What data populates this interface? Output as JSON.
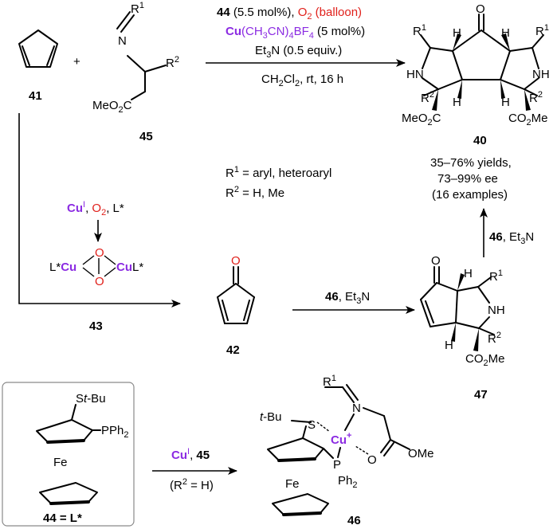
{
  "compounds": {
    "c41": "41",
    "c45": "45",
    "c40": "40",
    "c43": "43",
    "c42": "42",
    "c47": "47",
    "c44": "44",
    "c44_eq": " = L*",
    "c46": "46"
  },
  "conditions_top": {
    "l1_bold": "44",
    "l1_rest": " (5.5 mol%), ",
    "l1_o2": "O",
    "l1_o2sub": "2",
    "l1_balloon": " (balloon)",
    "l2_cu": "Cu",
    "l2_rest": "(CH",
    "l2_s3": "3",
    "l2_cn": "CN)",
    "l2_s4": "4",
    "l2_bf": "BF",
    "l2_s4b": "4",
    "l2_end": " (5 mol%)",
    "l3": "Et",
    "l3_sub": "3",
    "l3_end": "N (0.5 equiv.)",
    "l4": "CH",
    "l4_s2": "2",
    "l4_cl": "Cl",
    "l4_s2b": "2",
    "l4_end": ", rt, 16 h"
  },
  "r_defs": {
    "r1_a": "R",
    "r1_sup": "1",
    "r1_b": " = aryl, heteroaryl",
    "r2_a": "R",
    "r2_sup": "2",
    "r2_b": " = H, Me"
  },
  "results": {
    "line1": "35–76% yields,",
    "line2": "73–99% ee",
    "line3": "(16 examples)"
  },
  "cu_box": {
    "cu": "Cu",
    "cu_sup": "I",
    "sep": ", ",
    "o": "O",
    "o_sub": "2",
    "l": ", L*"
  },
  "peroxo": {
    "left_l": "L*",
    "left_cu": "Cu",
    "right_cu": "Cu",
    "right_l": "L*",
    "o": "O"
  },
  "step_46": {
    "bold": "46",
    "rest": ", Et",
    "sub": "3",
    "end": "N"
  },
  "step_bottom": {
    "cu": "Cu",
    "cu_sup": "I",
    "sep": ", ",
    "bold": "45",
    "cond": "(R",
    "cond_sup": "2",
    "cond_end": " = H)"
  },
  "labels": {
    "R": "R",
    "sup1": "1",
    "sup2": "2",
    "N": "N",
    "HN": "HN",
    "NH": "NH",
    "H": "H",
    "O": "O",
    "MeO2C": "MeO",
    "sub2": "2",
    "C": "C",
    "CO2Me_a": "CO",
    "CO2Me_b": "Me",
    "Fe": "Fe",
    "St_Bu_a": "S",
    "St_Bu_b": "t",
    "St_Bu_c": "-Bu",
    "PPh2": "PPh",
    "tBu_a": "t",
    "tBu_b": "-Bu",
    "S": "S",
    "P": "P",
    "Ph2": "Ph",
    "Cu": "Cu",
    "plus_sup": "+",
    "OMe": "OMe",
    "plus": "+"
  }
}
